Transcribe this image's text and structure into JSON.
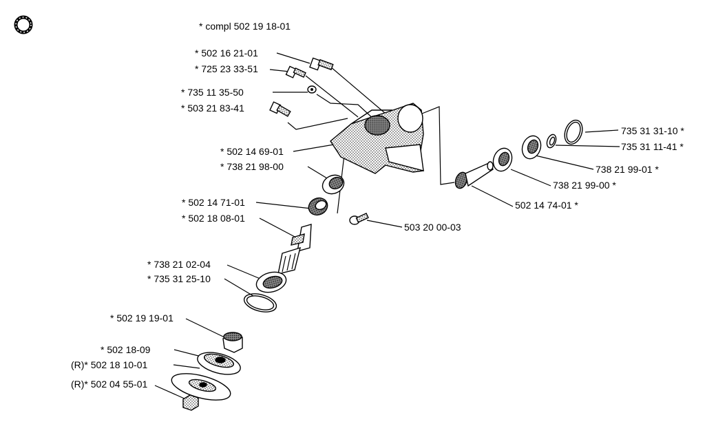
{
  "header": {
    "assembly_ref": "* compl 502 19 18-01"
  },
  "labels": {
    "p1": "* 502 16 21-01",
    "p2": "* 725 23 33-51",
    "p3": "* 735 11 35-50",
    "p4": "* 503 21 83-41",
    "p5": "* 502 14 69-01",
    "p6": "* 738 21 98-00",
    "p7": "* 502 14 71-01",
    "p8": "* 502 18 08-01",
    "p9": "* 738 21 02-04",
    "p10": "* 735 31 25-10",
    "p11": "* 502 19 19-01",
    "p12": "* 502 18-09",
    "p13": "(R)* 502 18 10-01",
    "p14": "(R)* 502 04 55-01",
    "p15": "503 20 00-03",
    "p16": "502 14 74-01 *",
    "p17": "738 21 99-00 *",
    "p18": "738 21 99-01 *",
    "p19": "735 31 11-41 *",
    "p20": "735 31 31-10 *"
  }
}
